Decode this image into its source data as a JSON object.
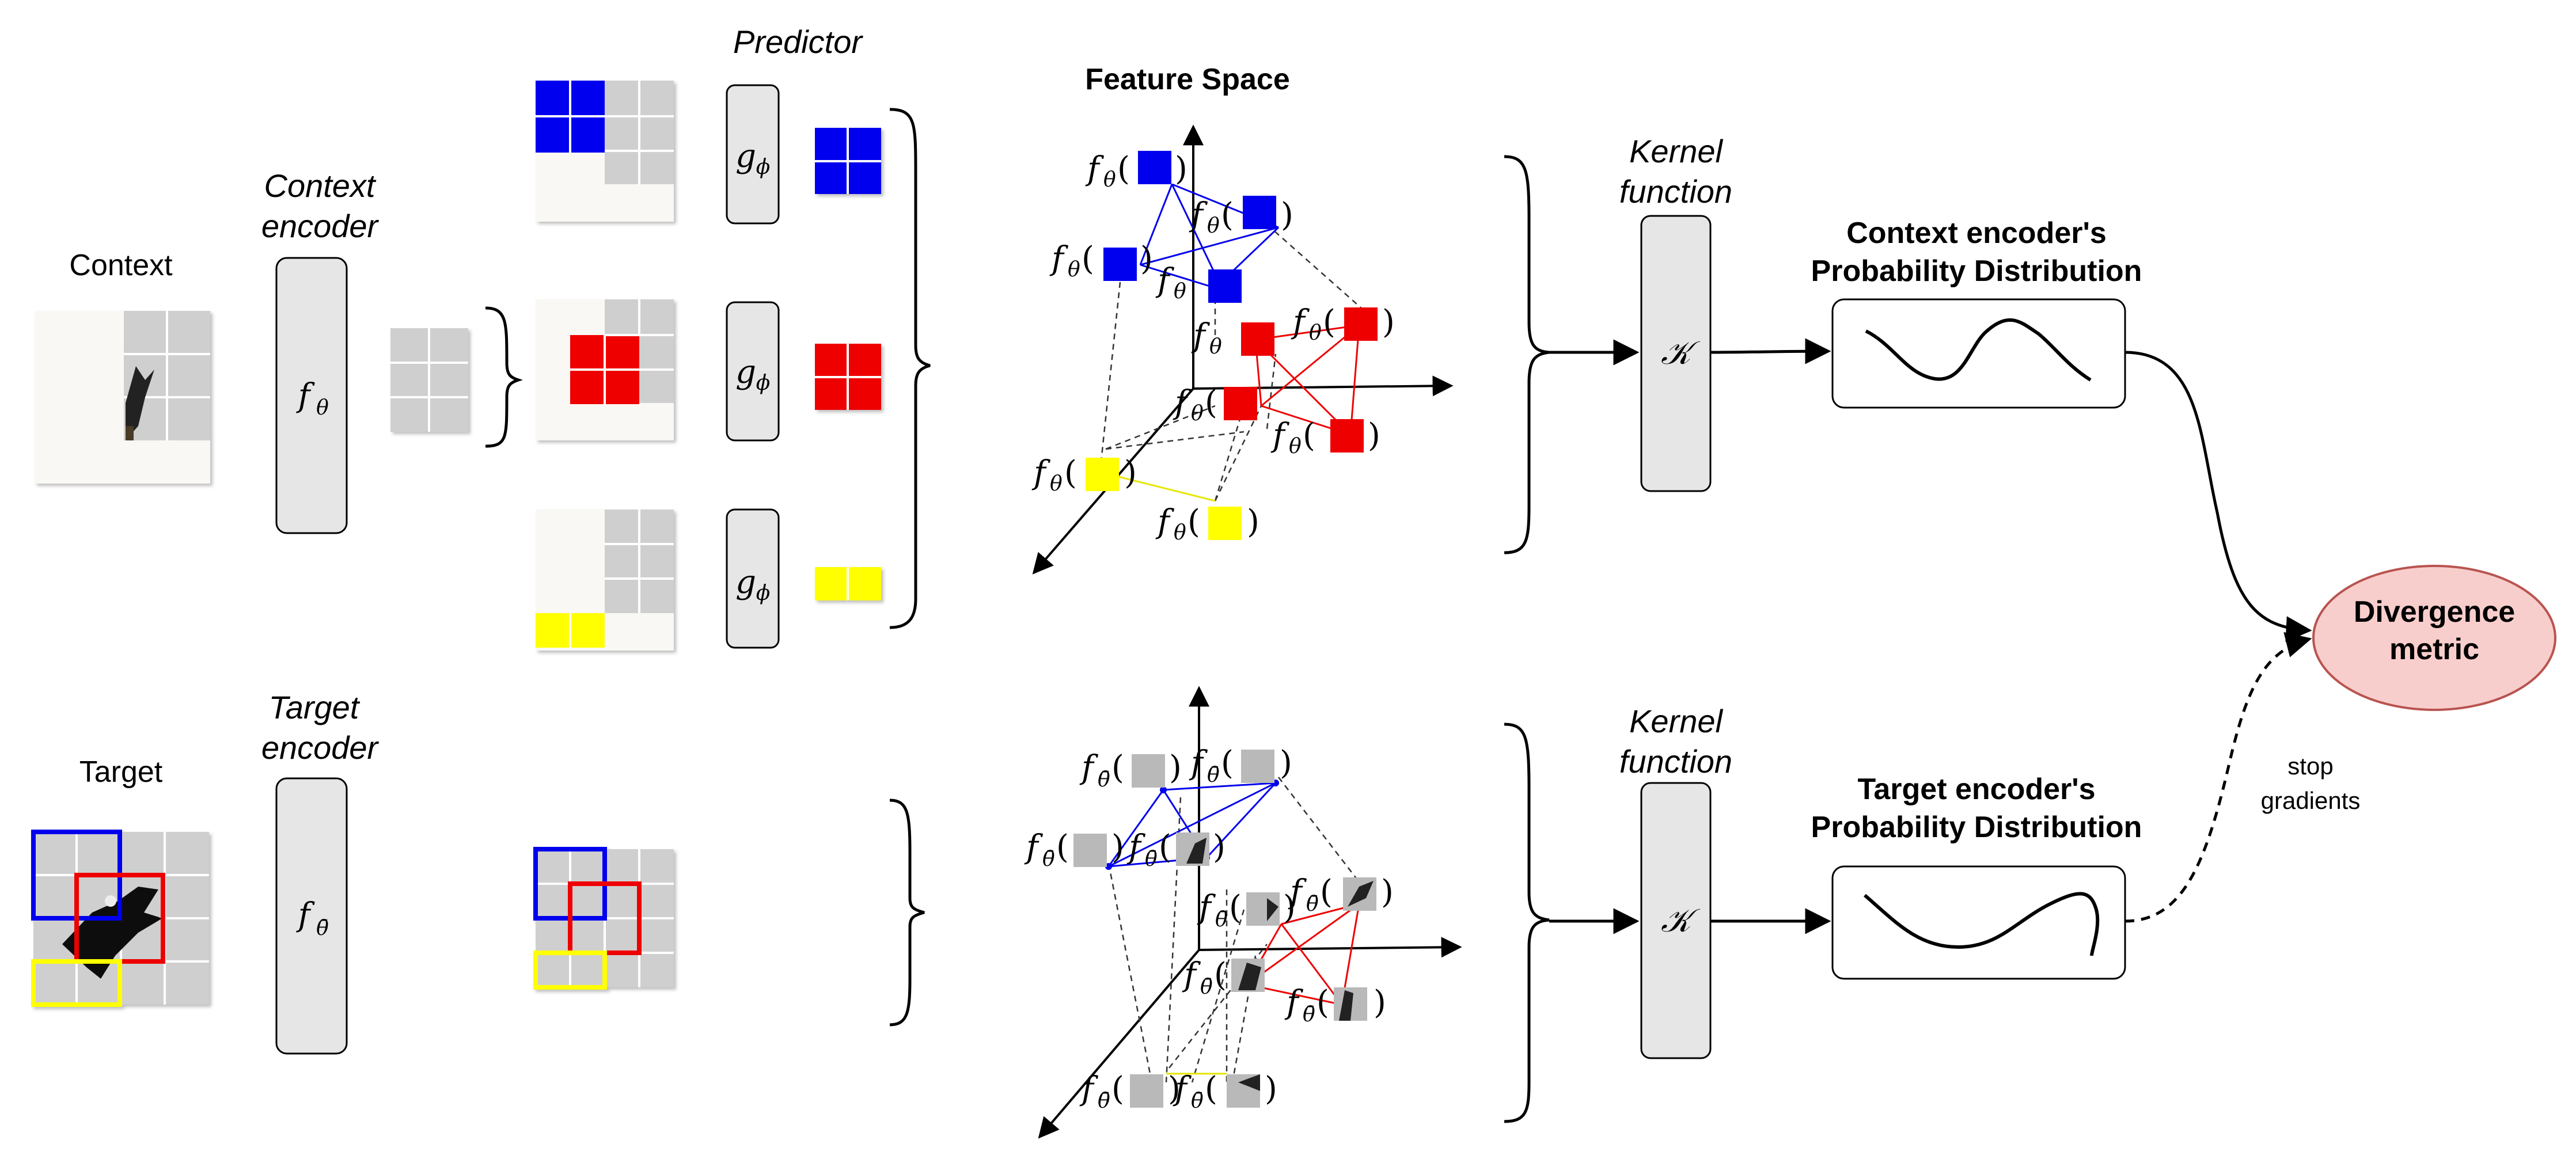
{
  "labels": {
    "context": "Context",
    "target": "Target",
    "context_encoder_line1": "Context",
    "context_encoder_line2": "encoder",
    "target_encoder_line1": "Target",
    "target_encoder_line2": "encoder",
    "predictor": "Predictor",
    "feature_space": "Feature Space",
    "kernel_line1": "Kernel",
    "kernel_line2": "function",
    "context_dist_line1": "Context encoder's",
    "context_dist_line2": "Probability Distribution",
    "target_dist_line1": "Target encoder's",
    "target_dist_line2": "Probability Distribution",
    "divergence_line1": "Divergence",
    "divergence_line2": "metric",
    "stop_line1": "stop",
    "stop_line2": "gradients"
  },
  "symbols": {
    "context_encoder_fn": "f",
    "context_encoder_sub": "θ",
    "target_encoder_fn": "f",
    "target_encoder_sub": "θ̄",
    "predictor_fn": "g",
    "predictor_sub": "ϕ",
    "kernel": "𝒦",
    "open_paren": "(",
    "close_paren": ")"
  },
  "colors": {
    "blue": "#0000ee",
    "red": "#ee0000",
    "yellow": "#ffff00",
    "gray_block": "#e6e6e6",
    "grid_gray": "#cccccc",
    "divergence_fill": "#f8cecc",
    "divergence_stroke": "#b85450"
  }
}
